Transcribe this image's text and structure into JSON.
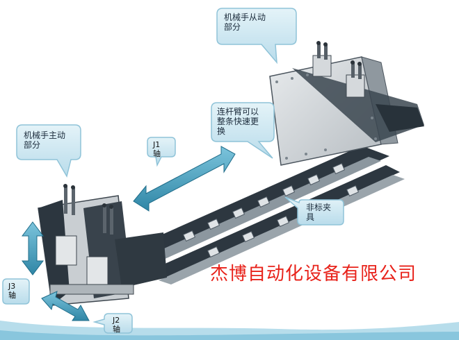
{
  "callouts": {
    "slave_arm": "机械手从动\n部分",
    "master_arm": "机械手主动\n部分",
    "link_arm": "连杆臂可以\n整条快速更\n换",
    "fixture": "非标夹\n具"
  },
  "axes": {
    "j1": "J1\n轴",
    "j2": "J2\n轴",
    "j3": "J3\n轴"
  },
  "company": "杰博自动化设备有限公司",
  "colors": {
    "callout_fill": "#c9e6f1",
    "callout_stroke": "#8fc3d8",
    "arrow_fill": "#4aa6c4",
    "company_text": "#e8221a",
    "frame": "#5f6e7a",
    "plate": "#d9dde0"
  }
}
